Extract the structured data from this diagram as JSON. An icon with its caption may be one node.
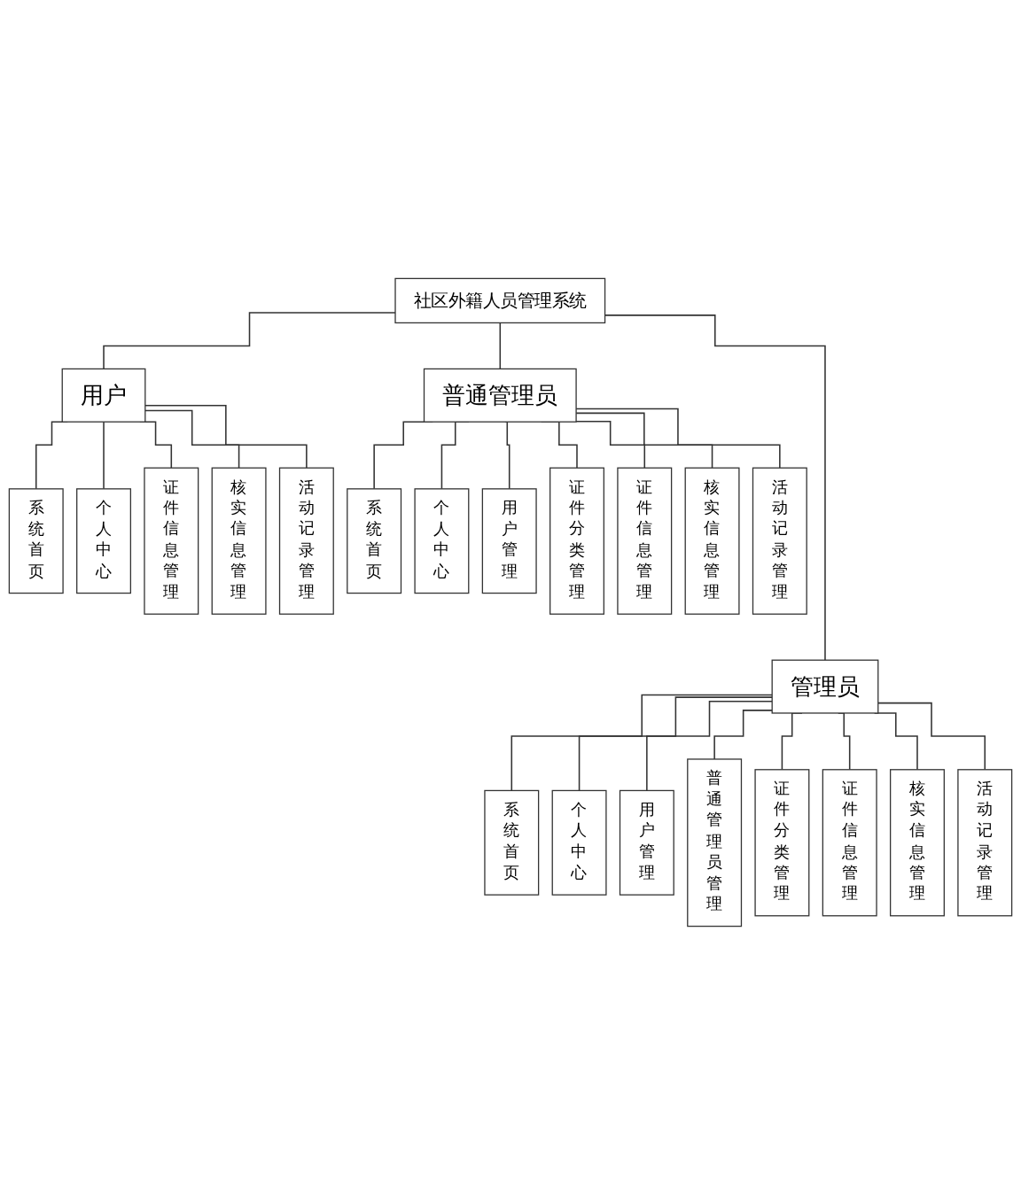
{
  "diagram": {
    "nodes": [
      {
        "text": [
          "社区外籍人员管理系统"
        ]
      },
      {
        "text": [
          "用户"
        ]
      },
      {
        "text": [
          "系统首页"
        ]
      },
      {
        "text": [
          "个人中心"
        ]
      },
      {
        "text": [
          "证件信息管理"
        ]
      },
      {
        "text": [
          "核实信息管理"
        ]
      },
      {
        "text": [
          "活动记录管理"
        ]
      },
      {
        "text": [
          "普通管理员"
        ]
      },
      {
        "text": [
          "系统首页"
        ]
      },
      {
        "text": [
          "个人中心"
        ]
      },
      {
        "text": [
          "用户管理"
        ]
      },
      {
        "text": [
          "证件分类管理"
        ]
      },
      {
        "text": [
          "证件信息管理"
        ]
      },
      {
        "text": [
          "核实信息管理"
        ]
      },
      {
        "text": [
          "活动记录管理"
        ]
      },
      {
        "text": [
          "管理员"
        ]
      },
      {
        "text": [
          "系统首页"
        ]
      },
      {
        "text": [
          "个人中心"
        ]
      },
      {
        "text": [
          "用户管理"
        ]
      },
      {
        "text": [
          "普通管理员管理"
        ]
      },
      {
        "text": [
          "证件分类管理"
        ]
      },
      {
        "text": [
          "证件信息管理"
        ]
      },
      {
        "text": [
          "核实信息管理"
        ]
      },
      {
        "text": [
          "活动记录管理"
        ]
      }
    ],
    "edges": [
      {
        "from": 0,
        "to": 1,
        "arrow": "none"
      },
      {
        "from": 0,
        "to": 7,
        "arrow": "none"
      },
      {
        "from": 0,
        "to": 15,
        "arrow": "none"
      },
      {
        "from": 1,
        "to": 2,
        "arrow": "none"
      },
      {
        "from": 1,
        "to": 3,
        "arrow": "none"
      },
      {
        "from": 1,
        "to": 4,
        "arrow": "none"
      },
      {
        "from": 1,
        "to": 5,
        "arrow": "none"
      },
      {
        "from": 1,
        "to": 6,
        "arrow": "none"
      },
      {
        "from": 7,
        "to": 8,
        "arrow": "none"
      },
      {
        "from": 7,
        "to": 9,
        "arrow": "none"
      },
      {
        "from": 7,
        "to": 10,
        "arrow": "none"
      },
      {
        "from": 7,
        "to": 11,
        "arrow": "none"
      },
      {
        "from": 7,
        "to": 12,
        "arrow": "none"
      },
      {
        "from": 7,
        "to": 13,
        "arrow": "none"
      },
      {
        "from": 7,
        "to": 14,
        "arrow": "none"
      },
      {
        "from": 15,
        "to": 16,
        "arrow": "none"
      },
      {
        "from": 15,
        "to": 17,
        "arrow": "none"
      },
      {
        "from": 15,
        "to": 18,
        "arrow": "none"
      },
      {
        "from": 15,
        "to": 19,
        "arrow": "none"
      },
      {
        "from": 15,
        "to": 20,
        "arrow": "none"
      },
      {
        "from": 15,
        "to": 21,
        "arrow": "none"
      },
      {
        "from": 15,
        "to": 22,
        "arrow": "none"
      },
      {
        "from": 15,
        "to": 23,
        "arrow": "none"
      }
    ]
  }
}
